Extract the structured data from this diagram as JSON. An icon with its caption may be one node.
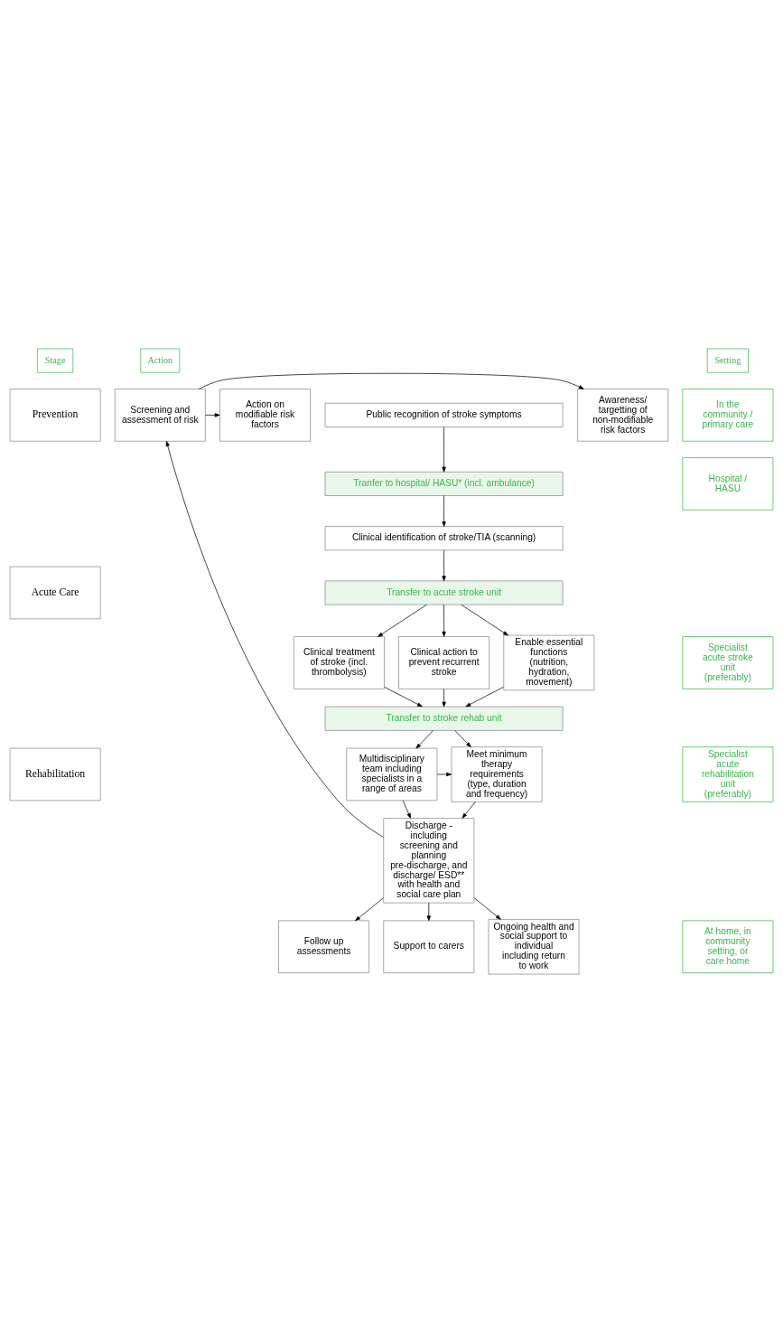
{
  "diagram": {
    "nodes": [
      {
        "text": [
          "Stage"
        ]
      },
      {
        "text": [
          "Action"
        ]
      },
      {
        "text": [
          "Setting"
        ]
      },
      {
        "text": [
          "Prevention"
        ]
      },
      {
        "text": [
          "Awareness/ targetting of non-modifiable risk factors"
        ]
      },
      {
        "text": [
          "Screening and assessment of risk"
        ]
      },
      {
        "text": [
          "Action on modifiable risk factors"
        ]
      },
      {
        "text": [
          "In the community / primary care"
        ]
      },
      {
        "text": [
          "Acute Care"
        ]
      },
      {
        "text": [
          "Public recognition of stroke symptoms"
        ]
      },
      {
        "text": [
          "Tranfer to hospital/ HASU* (incl. ambulance)"
        ]
      },
      {
        "text": [
          "Hospital / HASU"
        ]
      },
      {
        "text": [
          "Clinical identification of stroke/TIA (scanning)"
        ]
      },
      {
        "text": [
          "Transfer to acute stroke unit"
        ]
      },
      {
        "text": [
          "Clinical treatment of stroke (incl. thrombolysis)"
        ]
      },
      {
        "text": [
          "Clinical action to prevent recurrent stroke"
        ]
      },
      {
        "text": [
          "Enable essential functions (nutrition, hydration, movement)"
        ]
      },
      {
        "text": [
          "Specialist acute stroke unit (preferably)"
        ]
      },
      {
        "text": [
          "Transfer to stroke rehab unit"
        ]
      },
      {
        "text": [
          "Rehabilitation"
        ]
      },
      {
        "text": [
          "Multidisciplinary team including specialists in a range of areas"
        ]
      },
      {
        "text": [
          "Meet minimum therapy requirements (type, duration and frequency)"
        ]
      },
      {
        "text": [
          "Specialist acute rehabilitation unit (preferably)"
        ]
      },
      {
        "text": [
          "Discharge - including screening and planning pre-discharge, and discharge/ ESD** with health and social care plan"
        ]
      },
      {
        "text": [
          "Follow up assessments"
        ]
      },
      {
        "text": [
          "Support to carers"
        ]
      },
      {
        "text": [
          "Ongoing health and social support to individual including return to work"
        ]
      },
      {
        "text": [
          "At home, in community setting, or care home"
        ]
      }
    ],
    "edges": [
      {
        "from": 5,
        "to": 4,
        "arrow": "to"
      },
      {
        "from": 5,
        "to": 6,
        "arrow": "to"
      },
      {
        "from": 9,
        "to": 10,
        "arrow": "to"
      },
      {
        "from": 10,
        "to": 12,
        "arrow": "to"
      },
      {
        "from": 12,
        "to": 13,
        "arrow": "to"
      },
      {
        "from": 13,
        "to": 14,
        "arrow": "to"
      },
      {
        "from": 13,
        "to": 15,
        "arrow": "to"
      },
      {
        "from": 13,
        "to": 16,
        "arrow": "to"
      },
      {
        "from": 14,
        "to": 18,
        "arrow": "to"
      },
      {
        "from": 15,
        "to": 18,
        "arrow": "to"
      },
      {
        "from": 16,
        "to": 18,
        "arrow": "to"
      },
      {
        "from": 18,
        "to": 20,
        "arrow": "to"
      },
      {
        "from": 18,
        "to": 21,
        "arrow": "to"
      },
      {
        "from": 20,
        "to": 21,
        "arrow": "to"
      },
      {
        "from": 20,
        "to": 23,
        "arrow": "to"
      },
      {
        "from": 21,
        "to": 23,
        "arrow": "to"
      },
      {
        "from": 23,
        "to": 24,
        "arrow": "to"
      },
      {
        "from": 23,
        "to": 25,
        "arrow": "to"
      },
      {
        "from": 23,
        "to": 26,
        "arrow": "to"
      },
      {
        "from": 23,
        "to": 5,
        "arrow": "to"
      }
    ]
  }
}
